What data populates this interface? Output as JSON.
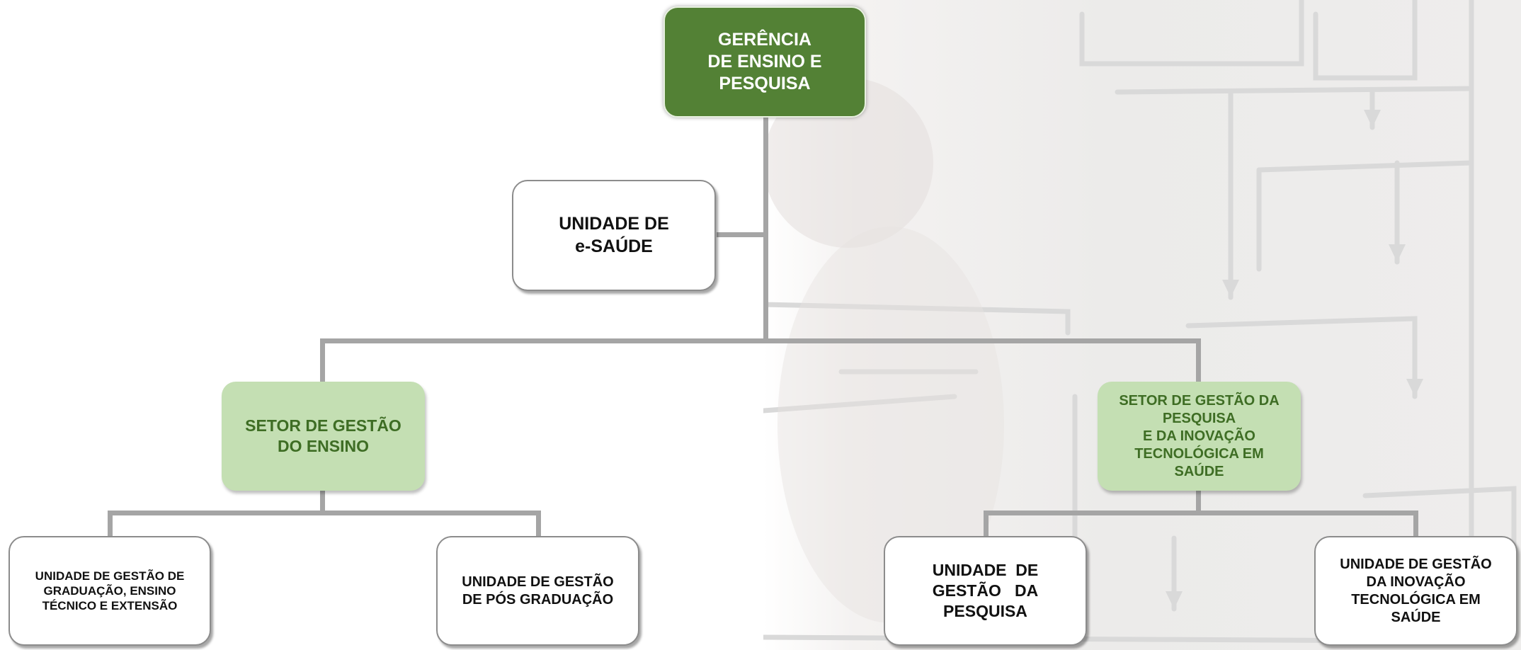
{
  "diagram": {
    "root": {
      "label": "GERÊNCIA\nDE ENSINO E\nPESQUISA"
    },
    "staff_unit": {
      "label": "UNIDADE DE\ne-SAÚDE"
    },
    "sectors": [
      {
        "label": "SETOR DE GESTÃO\nDO ENSINO",
        "units": [
          {
            "label": "UNIDADE DE GESTÃO  DE\nGRADUAÇÃO, ENSINO\nTÉCNICO E EXTENSÃO"
          },
          {
            "label": "UNIDADE DE GESTÃO\nDE PÓS GRADUAÇÃO"
          }
        ]
      },
      {
        "label": "SETOR DE GESTÃO DA\nPESQUISA\nE DA INOVAÇÃO\nTECNOLÓGICA EM\nSAÚDE",
        "units": [
          {
            "label": "UNIDADE  DE\nGESTÃO   DA\nPESQUISA"
          },
          {
            "label": "UNIDADE DE GESTÃO\nDA INOVAÇÃO\nTECNOLÓGICA EM\nSAÚDE"
          }
        ]
      }
    ]
  }
}
